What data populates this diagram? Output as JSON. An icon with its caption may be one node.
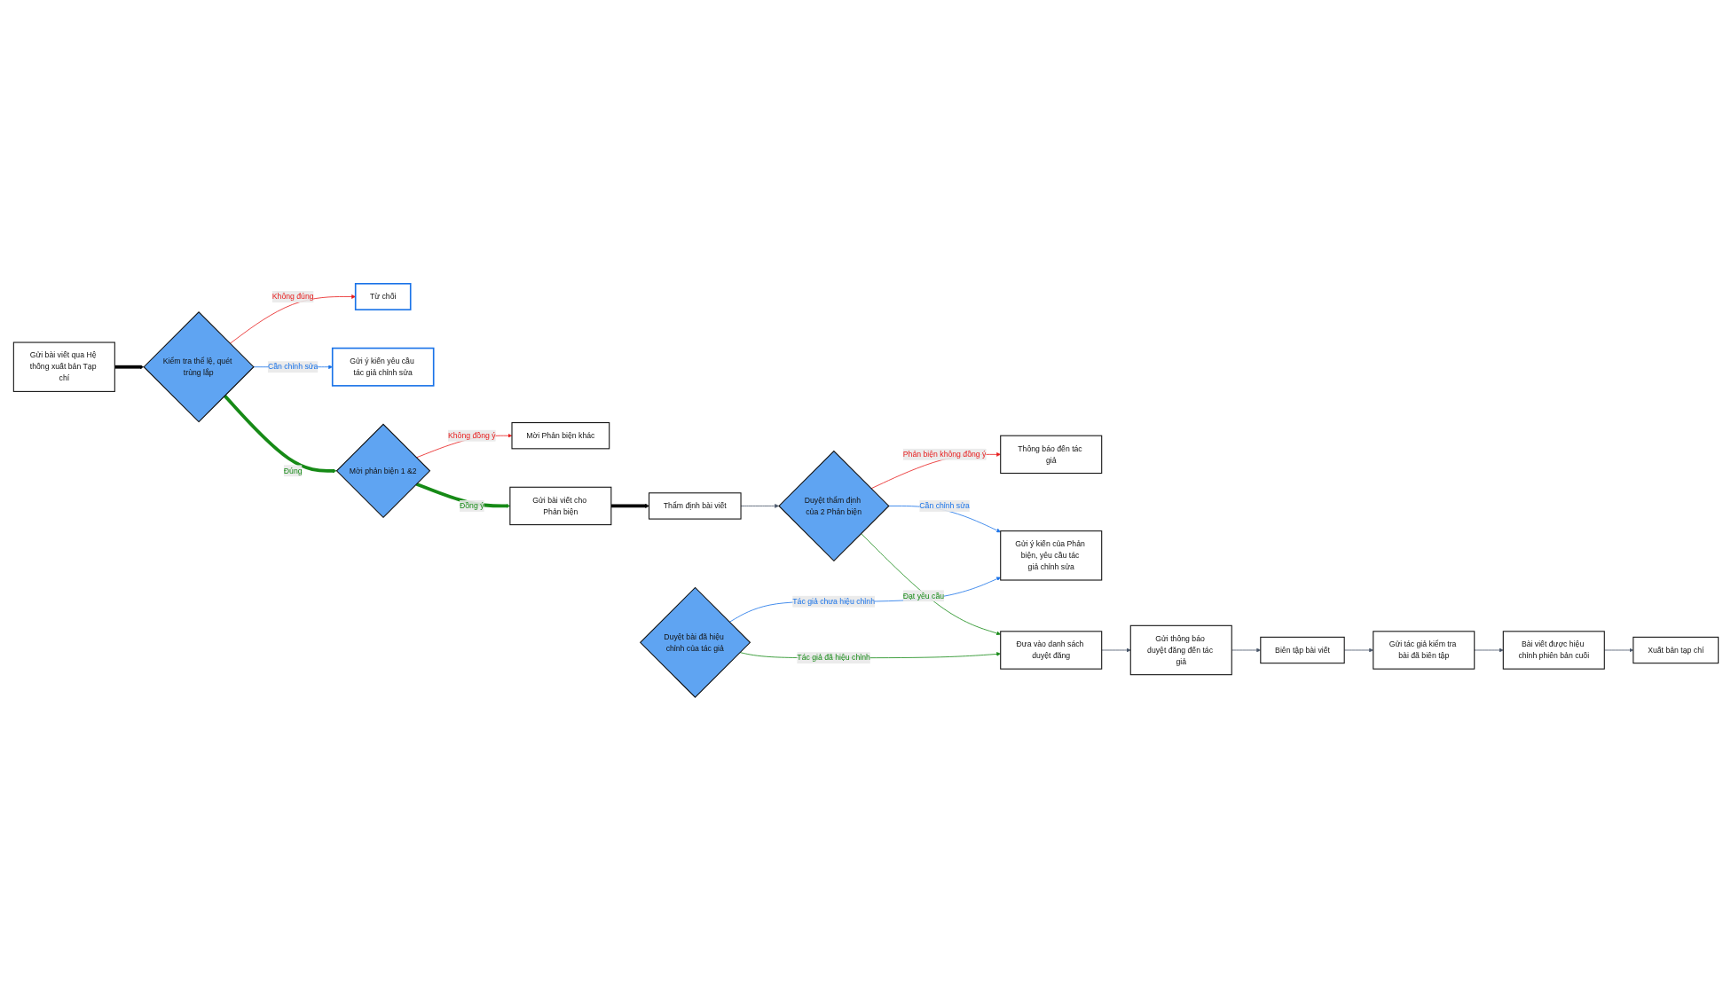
{
  "diagram": {
    "nodes": [
      {
        "text": [
          "Gửi bài viết qua Hệ thống xuất bản Tạp chí"
        ]
      },
      {
        "text": [
          "Kiểm tra thể lệ, quét trùng lắp"
        ]
      },
      {
        "text": [
          "Từ chối"
        ]
      },
      {
        "text": [
          "Gửi ý kiến yêu cầu tác giả chỉnh sửa"
        ]
      },
      {
        "text": [
          "Mời phản biện 1 &2"
        ]
      },
      {
        "text": [
          "Mời Phản biện khác"
        ]
      },
      {
        "text": [
          "Gửi bài viết cho Phản biện"
        ]
      },
      {
        "text": [
          "Thẩm định bài viết"
        ]
      },
      {
        "text": [
          "Duyệt thẩm định của 2 Phản biện"
        ]
      },
      {
        "text": [
          "Thông báo đến tác giả"
        ]
      },
      {
        "text": [
          "Gửi ý kiến của Phản biện, yêu cầu tác giả chỉnh sửa"
        ]
      },
      {
        "text": [
          "Đưa vào danh sách duyệt đăng"
        ]
      },
      {
        "text": [
          "Gửi thông báo duyệt đăng đến tác giả"
        ]
      },
      {
        "text": [
          "Biên tập bài viết"
        ]
      },
      {
        "text": [
          "Gửi tác giả kiểm tra bài đã biên tập"
        ]
      },
      {
        "text": [
          "Bài viết được hiệu chỉnh phiên bản cuối"
        ]
      },
      {
        "text": [
          "Xuất bản tạp chí"
        ]
      },
      {
        "text": [
          "Duyệt bài đã hiệu chỉnh của tác giả"
        ]
      }
    ],
    "edges": [
      {
        "from": 0,
        "to": 1,
        "arrow": "to",
        "style": "thick",
        "color": "#000000"
      },
      {
        "from": 1,
        "to": 2,
        "arrow": "to",
        "label": "Không đúng",
        "color": "#e81c1c"
      },
      {
        "from": 1,
        "to": 4,
        "arrow": "to",
        "label": "Đúng",
        "style": "thick",
        "color": "#168a16"
      },
      {
        "from": 1,
        "to": 3,
        "arrow": "to",
        "label": "Cần chỉnh sửa",
        "color": "#1a73e8"
      },
      {
        "from": 4,
        "to": 5,
        "arrow": "to",
        "label": "Không đồng ý",
        "color": "#e81c1c"
      },
      {
        "from": 4,
        "to": 6,
        "arrow": "to",
        "label": "Đồng ý",
        "style": "thick",
        "color": "#168a16"
      },
      {
        "from": 6,
        "to": 7,
        "arrow": "to",
        "style": "thick",
        "color": "#000000"
      },
      {
        "from": 7,
        "to": 8,
        "arrow": "to"
      },
      {
        "from": 8,
        "to": 9,
        "arrow": "to",
        "label": "Phản biện không đồng ý",
        "color": "#e81c1c"
      },
      {
        "from": 8,
        "to": 11,
        "arrow": "to",
        "label": "Đạt yêu cầu",
        "color": "#168a16"
      },
      {
        "from": 8,
        "to": 10,
        "arrow": "to",
        "label": "Cần chỉnh sửa",
        "color": "#1a73e8"
      },
      {
        "from": 11,
        "to": 12,
        "arrow": "to"
      },
      {
        "from": 12,
        "to": 13,
        "arrow": "to"
      },
      {
        "from": 13,
        "to": 14,
        "arrow": "to"
      },
      {
        "from": 14,
        "to": 15,
        "arrow": "to"
      },
      {
        "from": 15,
        "to": 16,
        "arrow": "to"
      },
      {
        "from": 17,
        "to": 11,
        "arrow": "to",
        "label": "Tác giả đã hiệu chỉnh",
        "color": "#168a16"
      },
      {
        "from": 17,
        "to": 10,
        "arrow": "to",
        "label": "Tác giả chưa hiệu chỉnh",
        "color": "#1a73e8"
      }
    ]
  }
}
